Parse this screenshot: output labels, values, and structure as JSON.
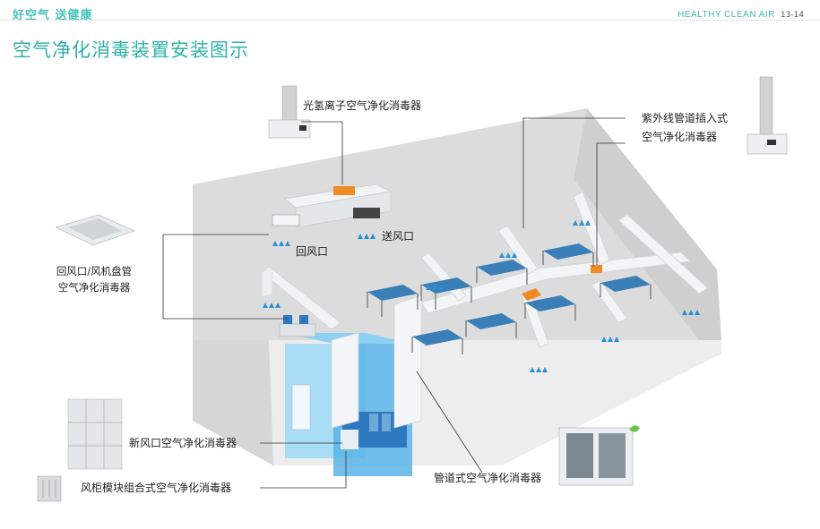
{
  "header": {
    "brand_slogan": "好空气 送健康",
    "tagline": "HEALTHY CLEAN AIR",
    "page_number": "13-14"
  },
  "page_title": "空气净化消毒装置安装图示",
  "labels": {
    "photo_hydrogen_ion": "光氢离子空气净化消毒器",
    "uv_duct_line1": "紫外线管道插入式",
    "uv_duct_line2": "空气净化消毒器",
    "return_air_port": "回风口",
    "supply_air_port": "送风口",
    "fan_coil_line1": "回风口/风机盘管",
    "fan_coil_line2": "空气净化消毒器",
    "fresh_air": "新风口空气净化消毒器",
    "cabinet_module": "风柜模块组合式空气净化消毒器",
    "duct_type": "管道式空气净化消毒器"
  },
  "colors": {
    "accent": "#2db2a6",
    "room_wall": "#d9d9d9",
    "floor": "#ececec",
    "duct": "#f4f5f7",
    "device_orange": "#f08a24",
    "bed_blue": "#3b7fb8",
    "air_blue": "#2a8fd6",
    "room_blue": "#5bb4e8"
  }
}
